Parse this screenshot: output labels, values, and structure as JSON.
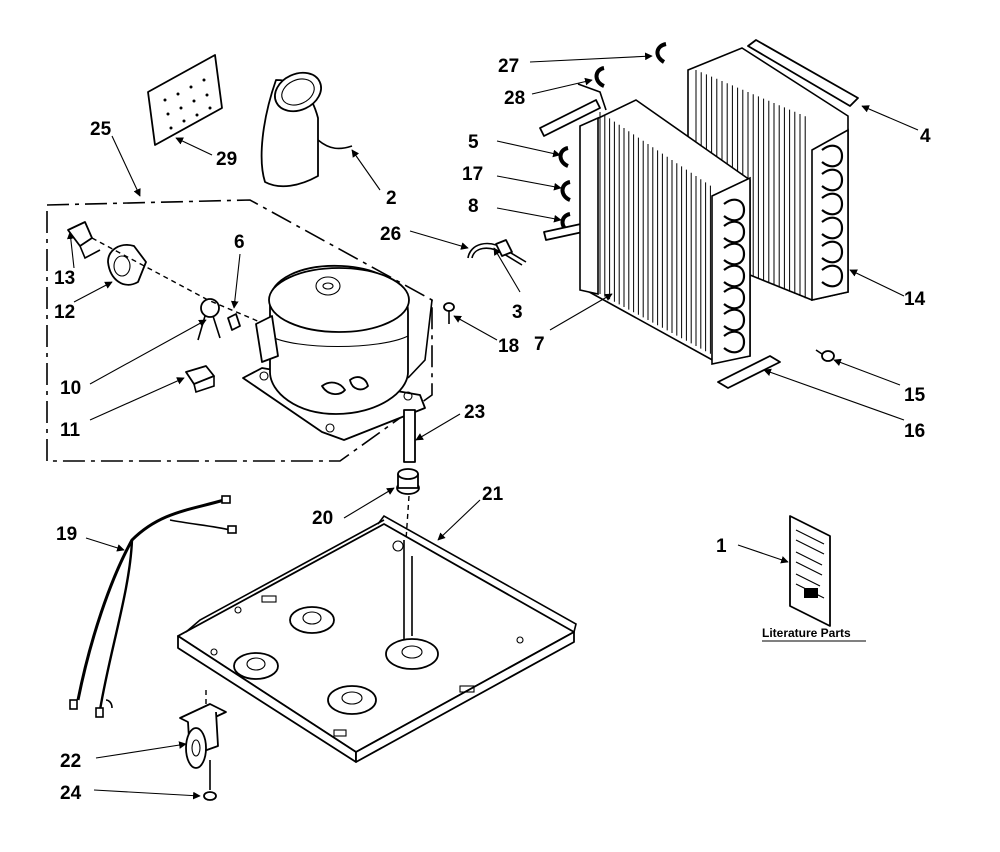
{
  "diagram": {
    "callouts": [
      {
        "id": "c1",
        "text": "1"
      },
      {
        "id": "c2",
        "text": "2"
      },
      {
        "id": "c3",
        "text": "3"
      },
      {
        "id": "c4",
        "text": "4"
      },
      {
        "id": "c5",
        "text": "5"
      },
      {
        "id": "c6",
        "text": "6"
      },
      {
        "id": "c7",
        "text": "7"
      },
      {
        "id": "c8",
        "text": "8"
      },
      {
        "id": "c10",
        "text": "10"
      },
      {
        "id": "c11",
        "text": "11"
      },
      {
        "id": "c12",
        "text": "12"
      },
      {
        "id": "c13",
        "text": "13"
      },
      {
        "id": "c14",
        "text": "14"
      },
      {
        "id": "c15",
        "text": "15"
      },
      {
        "id": "c16",
        "text": "16"
      },
      {
        "id": "c17",
        "text": "17"
      },
      {
        "id": "c18",
        "text": "18"
      },
      {
        "id": "c19",
        "text": "19"
      },
      {
        "id": "c20",
        "text": "20"
      },
      {
        "id": "c21",
        "text": "21"
      },
      {
        "id": "c22",
        "text": "22"
      },
      {
        "id": "c23",
        "text": "23"
      },
      {
        "id": "c24",
        "text": "24"
      },
      {
        "id": "c25",
        "text": "25"
      },
      {
        "id": "c26",
        "text": "26"
      },
      {
        "id": "c27",
        "text": "27"
      },
      {
        "id": "c28",
        "text": "28"
      },
      {
        "id": "c29",
        "text": "29"
      }
    ],
    "literature_caption": "Literature Parts"
  }
}
